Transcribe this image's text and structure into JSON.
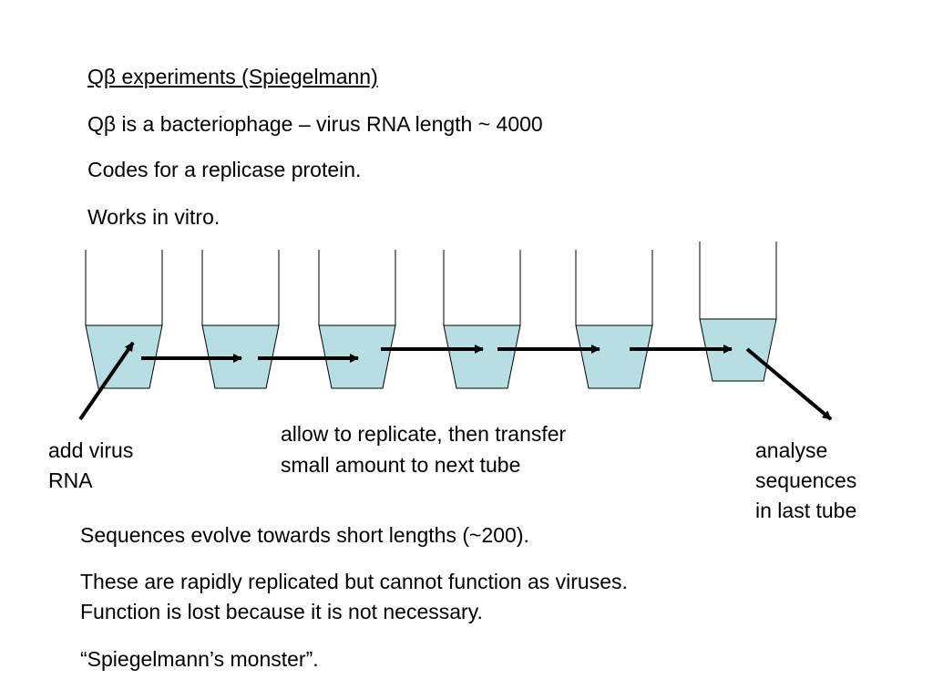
{
  "header": {
    "title": "Qβ experiments (Spiegelmann)",
    "line1": "Qβ is a bacteriophage – virus RNA length ~ 4000",
    "line2": "Codes for a replicase protein.",
    "line3": "Works in vitro."
  },
  "diagram": {
    "tube_count": 6,
    "liquid_color": "#b7dfe3",
    "tube_stroke": "#000000",
    "label_add": [
      "add virus",
      "RNA"
    ],
    "label_transfer": [
      "allow to replicate, then transfer",
      "small amount to next tube"
    ],
    "label_analyse": [
      "analyse",
      "sequences",
      "in last tube"
    ]
  },
  "footer": {
    "line1": "Sequences evolve towards short lengths (~200).",
    "line2a": "These are rapidly replicated but cannot function as viruses.",
    "line2b": "Function is lost because it is not necessary.",
    "line3": "“Spiegelmann’s monster”."
  }
}
